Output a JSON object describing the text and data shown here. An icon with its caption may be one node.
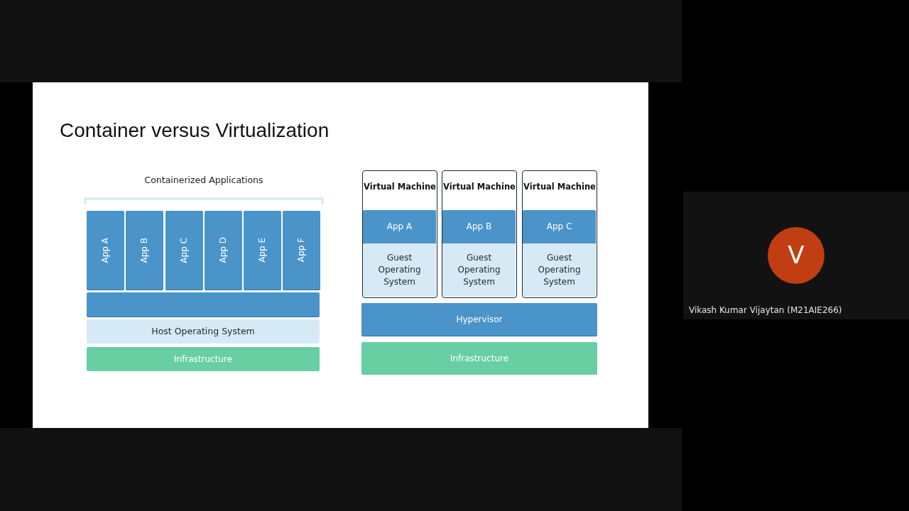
{
  "diagram": {
    "title": "Container versus Virtualization",
    "nodes": [
      {
        "text": [
          "App A"
        ]
      },
      {
        "text": [
          "App B"
        ]
      },
      {
        "text": [
          "App C"
        ]
      },
      {
        "text": [
          "App D"
        ]
      },
      {
        "text": [
          "App E"
        ]
      },
      {
        "text": [
          "App F"
        ]
      },
      {
        "text": [],
        "shape": "bar"
      },
      {
        "text": [
          "Host Operating System"
        ]
      },
      {
        "text": [
          "Infrastructure"
        ]
      },
      {
        "text": [
          "Virtual Machine"
        ]
      },
      {
        "text": [
          "App A"
        ],
        "in": 9
      },
      {
        "text": [
          "Guest Operating System"
        ],
        "in": 9
      },
      {
        "text": [
          "Virtual Machine"
        ]
      },
      {
        "text": [
          "App B"
        ],
        "in": 12
      },
      {
        "text": [
          "Guest Operating System"
        ],
        "in": 12
      },
      {
        "text": [
          "Virtual Machine"
        ]
      },
      {
        "text": [
          "App C"
        ],
        "in": 15
      },
      {
        "text": [
          "Guest Operating System"
        ],
        "in": 15
      },
      {
        "text": [
          "Hypervisor"
        ]
      },
      {
        "text": [
          "Infrastructure"
        ]
      },
      {
        "text": [
          "V"
        ],
        "beside": [
          "Vikash Kumar Vijaytan (M21AIE266)"
        ]
      }
    ],
    "labels": [
      "Containerized Applications"
    ]
  }
}
